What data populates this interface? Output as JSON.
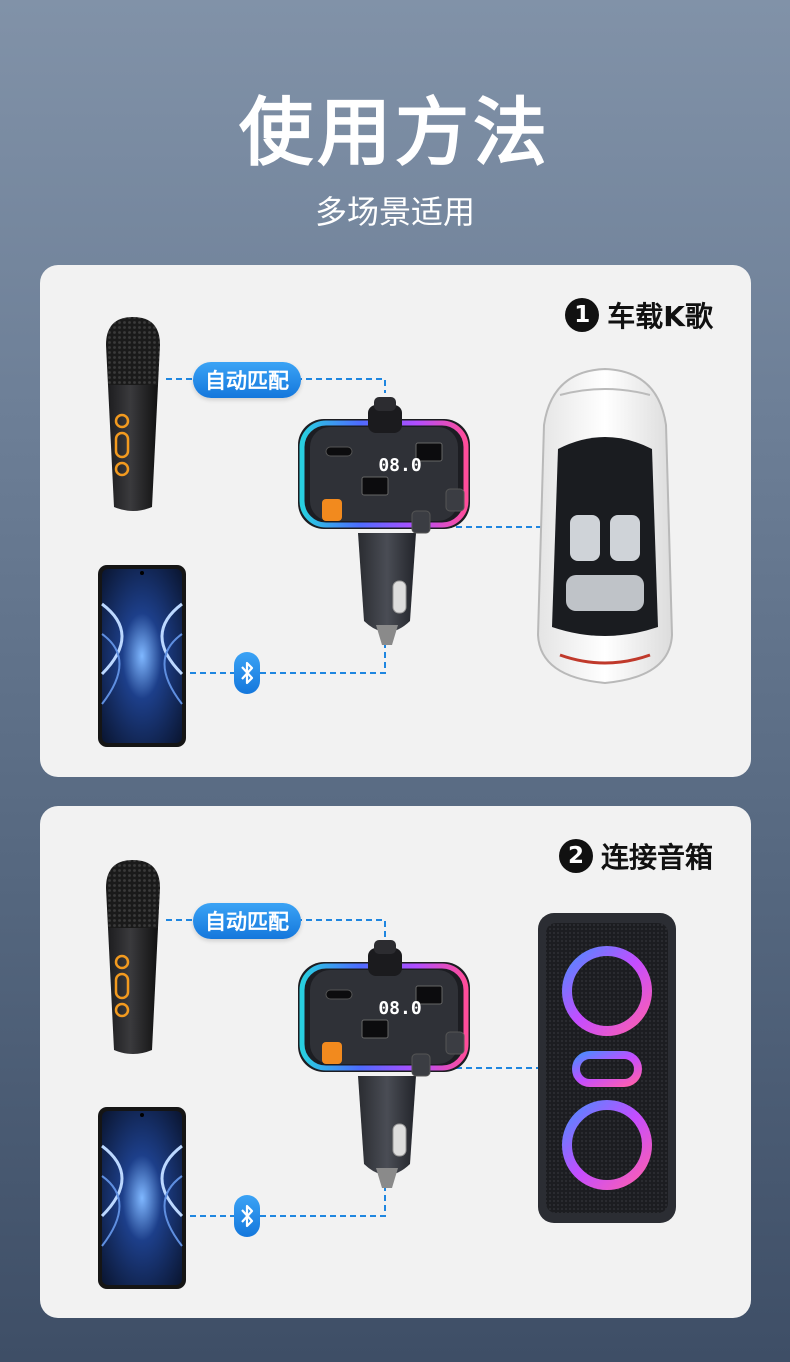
{
  "header": {
    "title": "使用方法",
    "subtitle": "多场景适用"
  },
  "scenes": [
    {
      "number": "1",
      "title": "车载K歌",
      "pair_label": "自动匹配",
      "connection_icon": "bluetooth-icon",
      "target": "car"
    },
    {
      "number": "2",
      "title": "连接音箱",
      "pair_label": "自动匹配",
      "connection_icon": "bluetooth-icon",
      "target": "speaker"
    }
  ],
  "device_display": "08.0",
  "colors": {
    "accent_blue": "#1a82e6",
    "device_orange": "#f28a1e",
    "panel_bg": "#f2f2f2"
  }
}
